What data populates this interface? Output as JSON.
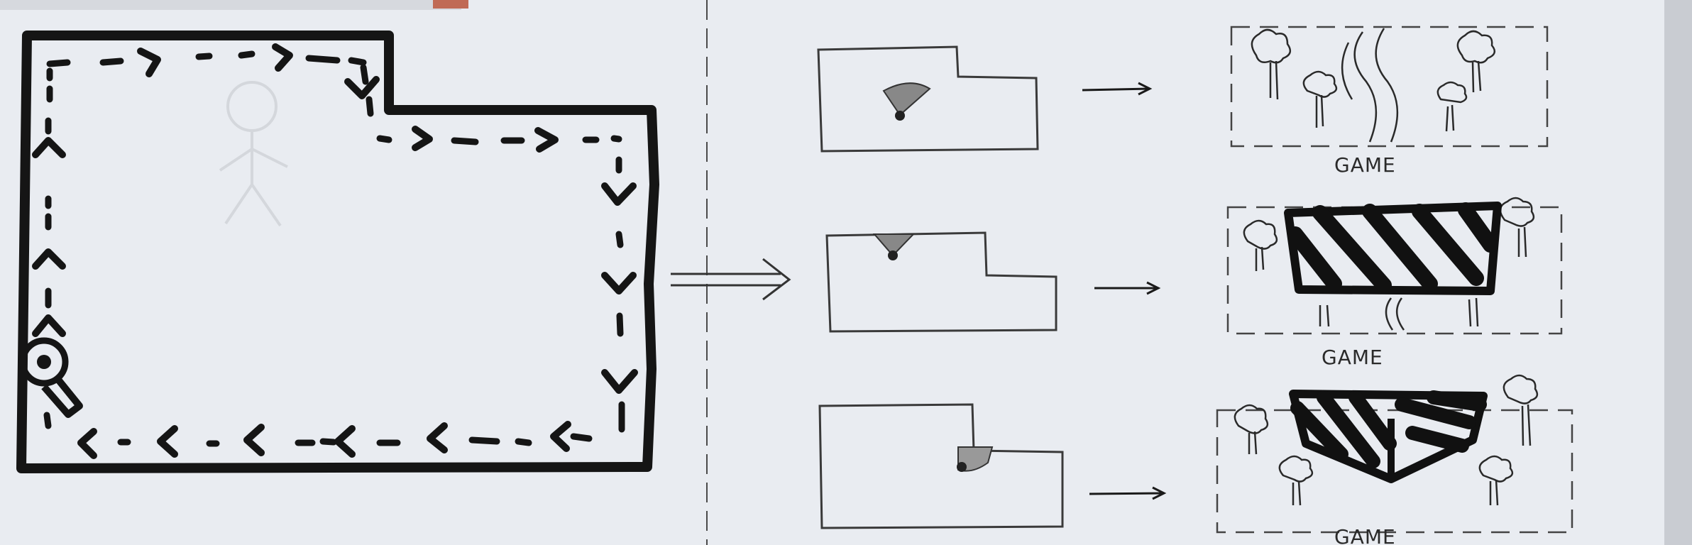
{
  "labels": {
    "game_1": "GAME",
    "game_2": "GAME",
    "game_3": "GAME"
  },
  "colors": {
    "paper": "#e9ecf1",
    "ink": "#151515",
    "pencil": "#4a4a4a"
  }
}
